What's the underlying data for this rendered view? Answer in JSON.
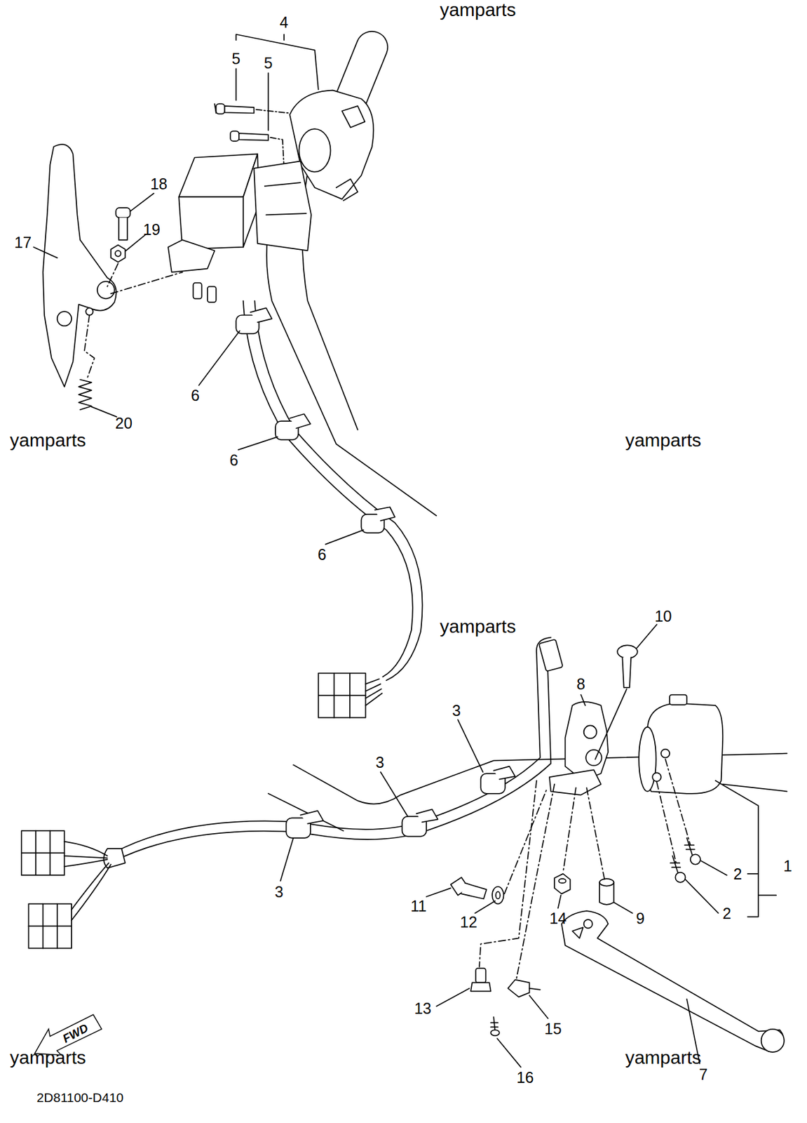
{
  "diagram": {
    "nodes": [
      {
        "text": [
          "FWD"
        ]
      }
    ],
    "labels": [
      "yamparts",
      "4",
      "5",
      "5",
      "18",
      "19",
      "17",
      "6",
      "20",
      "yamparts",
      "yamparts",
      "6",
      "6",
      "10",
      "yamparts",
      "8",
      "3",
      "3",
      "1",
      "2",
      "3",
      "11",
      "2",
      "14",
      "9",
      "12",
      "13",
      "15",
      "yamparts",
      "yamparts",
      "7",
      "16",
      "2D81100-D410"
    ]
  }
}
